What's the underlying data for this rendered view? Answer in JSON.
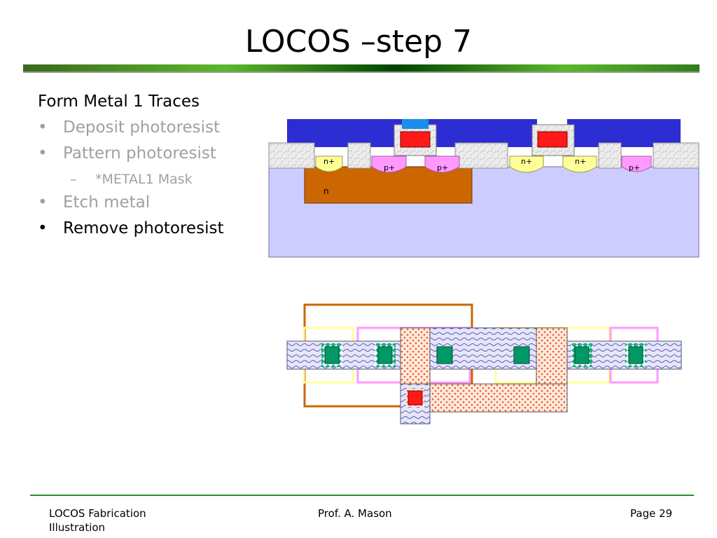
{
  "slide": {
    "title": "LOCOS –step 7",
    "heading": "Form Metal 1 Traces",
    "bullets": [
      {
        "text": "Deposit photoresist",
        "marker": "•"
      },
      {
        "text": "Pattern photoresist",
        "marker": "•"
      },
      {
        "text": "*METAL1 Mask",
        "marker": "–"
      },
      {
        "text": "Etch metal",
        "marker": "•"
      },
      {
        "text": "Remove photoresist",
        "marker": "•"
      }
    ]
  },
  "cross_section": {
    "labels": {
      "n_plus": "n+",
      "p_plus": "p+",
      "n_well": "n"
    }
  },
  "colors": {
    "substrate": "#ccccff",
    "nwell": "#cc6600",
    "metal": "#2d2dd4",
    "poly": "#ff1a1a",
    "contact": "#1a8ee8",
    "ndiff": "#ffff99",
    "pdiff": "#ff99ff",
    "active_layout": "#009966"
  },
  "footer": {
    "left_line1": "LOCOS Fabrication",
    "left_line2": "Illustration",
    "center": "Prof. A. Mason",
    "right": "Page 29"
  }
}
